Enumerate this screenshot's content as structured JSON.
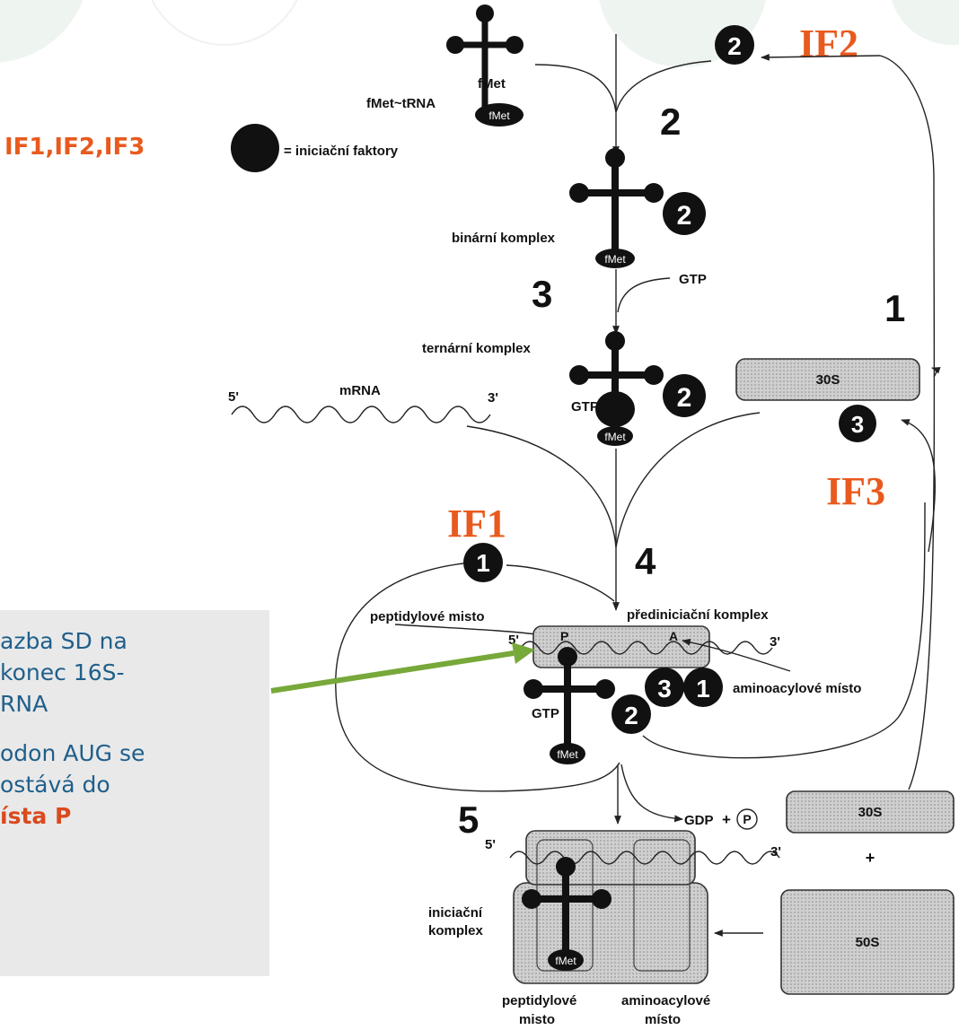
{
  "header": {
    "factors_label": "IF1,IF2,IF3",
    "legend_text": "= iniciační faktory",
    "if2_label": "IF2",
    "if3_label": "IF3",
    "if1_label": "IF1"
  },
  "steps": [
    "1",
    "2",
    "3",
    "4",
    "5"
  ],
  "labels": {
    "fmet_trna": "fMet~tRNA",
    "fmet_super": "fMet",
    "fmet": "fMet",
    "binary_complex": "binární komplex",
    "gtp": "GTP",
    "ternary_complex": "ternární komplex",
    "mrna": "mRNA",
    "five_prime": "5'",
    "three_prime": "3'",
    "ribosome_30s": "30S",
    "ribosome_50s": "50S",
    "peptidyl_site_top": "peptidylové misto",
    "preinitiation_complex": "přediniciační komplex",
    "site_p": "P",
    "site_a": "A",
    "aminoacyl_site_mid": "aminoacylové místo",
    "gdp": "GDP",
    "phosphate": "P",
    "plus": "+",
    "initiation_complex_line1": "iniciační",
    "initiation_complex_line2": "komplex",
    "peptidyl_bottom_line1": "peptidylové",
    "peptidyl_bottom_line2": "misto",
    "aminoacyl_bottom_line1": "aminoacylové",
    "aminoacyl_bottom_line2": "místo"
  },
  "factors": {
    "if1": "1",
    "if2": "2",
    "if3": "3"
  },
  "note": {
    "line1": "azba SD na",
    "line2": " konec 16S-",
    "line3": "RNA",
    "line4": "odon AUG se",
    "line5": "ostává do",
    "line6": "ísta P"
  },
  "colors": {
    "accent_orange": "#e85a1e",
    "note_text": "#1f5f8b",
    "note_bg": "#e9e9e9",
    "arrow_green": "#77a83a",
    "ribosome_fill": "#c9c9c9",
    "factor_fill": "#111111"
  }
}
